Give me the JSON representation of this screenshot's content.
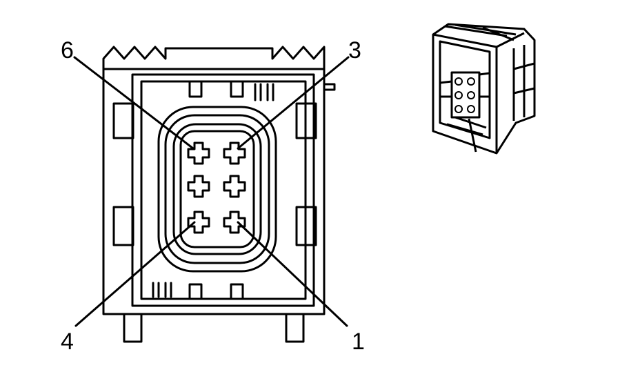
{
  "diagram": {
    "pin_labels": {
      "top_left": "6",
      "top_right": "3",
      "bottom_left": "4",
      "bottom_right": "1"
    },
    "pin_count": 6
  },
  "colors": {
    "line": "#000000",
    "background": "#ffffff"
  }
}
